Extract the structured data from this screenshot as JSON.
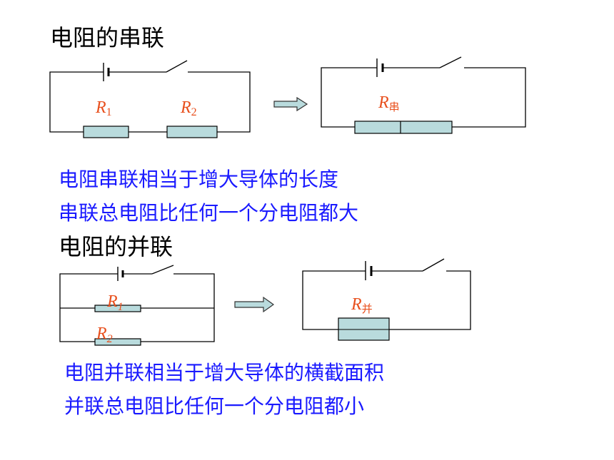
{
  "series": {
    "heading": "电阻的串联",
    "r1": "R",
    "r1_sub": "1",
    "r2": "R",
    "r2_sub": "2",
    "r_total": "R",
    "r_total_sub": "串",
    "line1": "电阻串联相当于增大导体的长度",
    "line2": "串联总电阻比任何一个分电阻都大"
  },
  "parallel": {
    "heading": "电阻的并联",
    "r1": "R",
    "r1_sub": "1",
    "r2": "R",
    "r2_sub": "2",
    "r_total": "R",
    "r_total_sub": "并",
    "line1": "电阻并联相当于增大导体的横截面积",
    "line2": "并联总电阻比任何一个分电阻都小"
  },
  "colors": {
    "text_blue": "#1a1aff",
    "label_red": "#e8501e",
    "resistor_fill": "#b9dbdd"
  }
}
